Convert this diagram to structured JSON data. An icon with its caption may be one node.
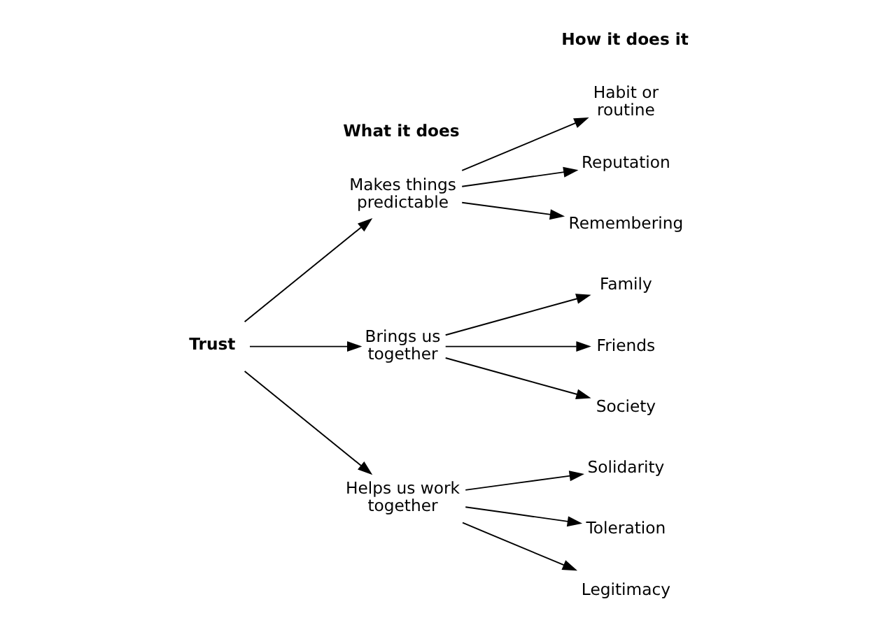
{
  "diagram": {
    "nodes": [
      {
        "text": [
          "Trust"
        ]
      },
      {
        "text": [
          "Makes things predictable"
        ]
      },
      {
        "text": [
          "Brings us together"
        ]
      },
      {
        "text": [
          "Helps us work together"
        ]
      },
      {
        "text": [
          "Habit or routine"
        ]
      },
      {
        "text": [
          "Reputation"
        ]
      },
      {
        "text": [
          "Remembering"
        ]
      },
      {
        "text": [
          "Family"
        ]
      },
      {
        "text": [
          "Friends"
        ]
      },
      {
        "text": [
          "Society"
        ]
      },
      {
        "text": [
          "Solidarity"
        ]
      },
      {
        "text": [
          "Toleration"
        ]
      },
      {
        "text": [
          "Legitimacy"
        ]
      }
    ],
    "edges": [
      {
        "from": 0,
        "to": 1,
        "arrow": "to"
      },
      {
        "from": 0,
        "to": 2,
        "arrow": "to"
      },
      {
        "from": 0,
        "to": 3,
        "arrow": "to"
      },
      {
        "from": 1,
        "to": 4,
        "arrow": "to"
      },
      {
        "from": 1,
        "to": 5,
        "arrow": "to"
      },
      {
        "from": 1,
        "to": 6,
        "arrow": "to"
      },
      {
        "from": 2,
        "to": 7,
        "arrow": "to"
      },
      {
        "from": 2,
        "to": 8,
        "arrow": "to"
      },
      {
        "from": 2,
        "to": 9,
        "arrow": "to"
      },
      {
        "from": 3,
        "to": 10,
        "arrow": "to"
      },
      {
        "from": 3,
        "to": 11,
        "arrow": "to"
      },
      {
        "from": 3,
        "to": 12,
        "arrow": "to"
      }
    ],
    "labels": [
      "What it does",
      "How it does it"
    ]
  }
}
